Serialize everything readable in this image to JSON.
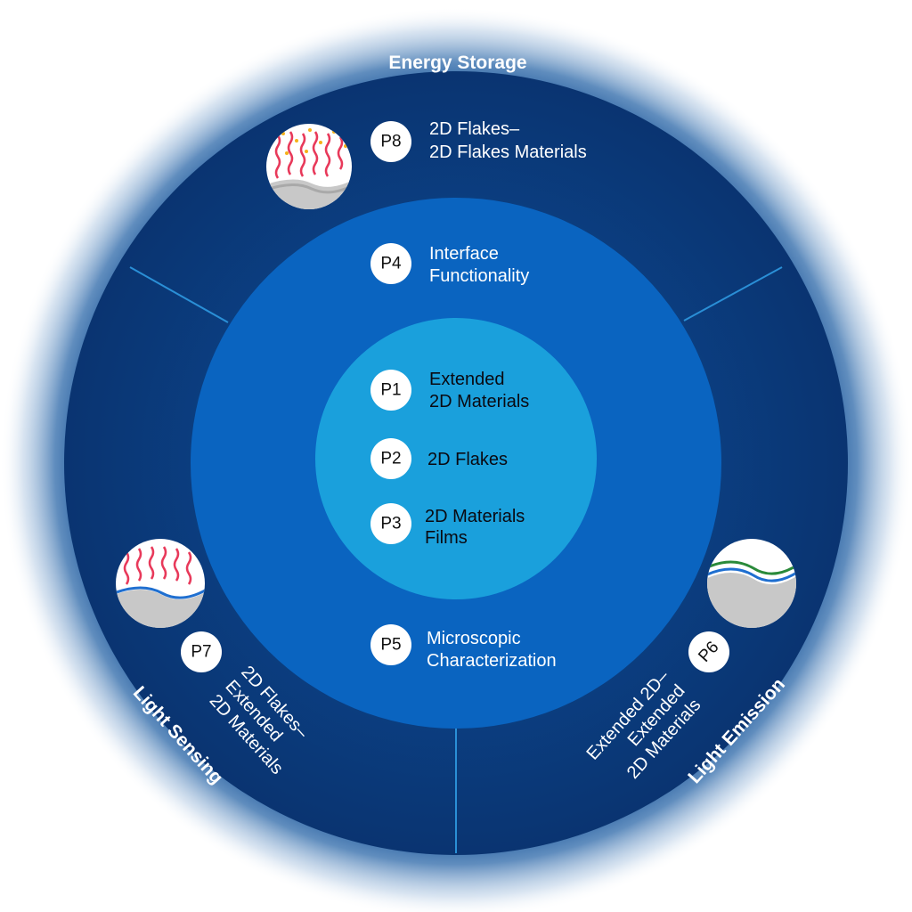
{
  "sectors": {
    "top": "Energy Storage",
    "left": "Light Sensing",
    "right": "Light Emission"
  },
  "projects": {
    "p1": {
      "id": "P1",
      "line1": "Extended",
      "line2": "2D Materials"
    },
    "p2": {
      "id": "P2",
      "line1": "2D Flakes"
    },
    "p3": {
      "id": "P3",
      "line1": "2D Materials",
      "line2": "Films"
    },
    "p4": {
      "id": "P4",
      "line1": "Interface",
      "line2": "Functionality"
    },
    "p5": {
      "id": "P5",
      "line1": "Microscopic",
      "line2": "Characterization"
    },
    "p6": {
      "id": "P6",
      "line1": "Extended 2D–",
      "line2": "Extended",
      "line3": "2D Materials"
    },
    "p7": {
      "id": "P7",
      "line1": "2D Flakes–",
      "line2": "Extended",
      "line3": "2D Materials"
    },
    "p8": {
      "id": "P8",
      "line1": "2D Flakes–",
      "line2": "2D Flakes Materials"
    }
  },
  "colors": {
    "outer_ring": "#0a3a78",
    "middle_ring": "#0a64c0",
    "inner_core": "#1aa0dc",
    "glow": "#0e4a92",
    "divider": "#2a8fd6"
  },
  "icons": {
    "p8": "flakes-on-layer-icon",
    "p7": "flakes-on-film-icon",
    "p6": "stacked-films-icon"
  }
}
